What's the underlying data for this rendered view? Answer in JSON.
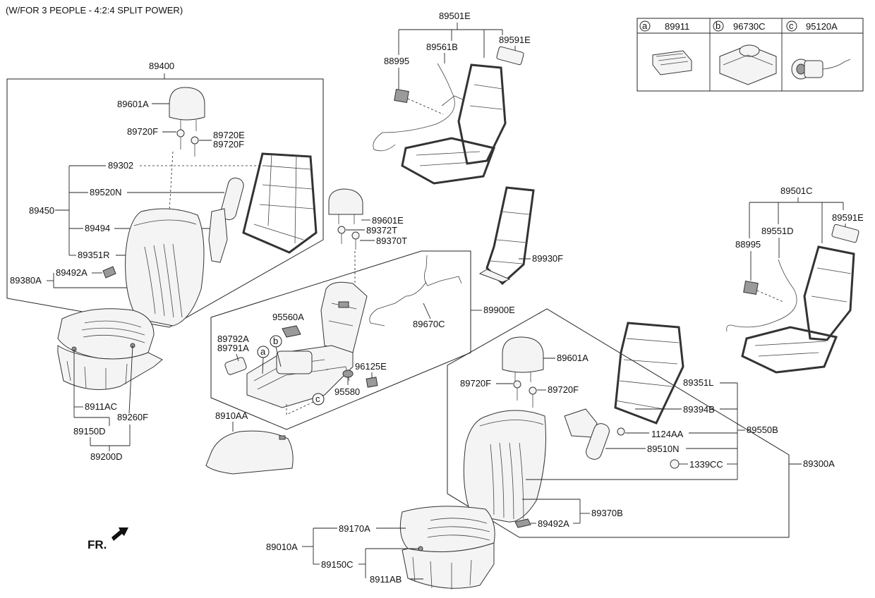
{
  "header_note": "(W/FOR 3 PEOPLE - 4:2:4 SPLIT POWER)",
  "legend": [
    {
      "letter": "a",
      "part": "89911"
    },
    {
      "letter": "b",
      "part": "96730C"
    },
    {
      "letter": "c",
      "part": "95120A"
    }
  ],
  "callouts": {
    "a": "a",
    "b": "b",
    "c": "c"
  },
  "labels": {
    "p89400": "89400",
    "p89601A_l": "89601A",
    "p89720F_l": "89720F",
    "p89720E_l": "89720E",
    "p89720F_l2": "89720F",
    "p89302": "89302",
    "p89520N": "89520N",
    "p89450": "89450",
    "p89494": "89494",
    "p89351R": "89351R",
    "p89492A_l": "89492A",
    "p89380A": "89380A",
    "p8911AC": "8911AC",
    "p89150D": "89150D",
    "p89260F": "89260F",
    "p89200D": "89200D",
    "p8910AA": "8910AA",
    "p89501E": "89501E",
    "p88995_t": "88995",
    "p89561B": "89561B",
    "p89591E_t": "89591E",
    "p89601E": "89601E",
    "p89372T": "89372T",
    "p89370T": "89370T",
    "p89930F": "89930F",
    "p95560A": "95560A",
    "p89670C": "89670C",
    "p89900E": "89900E",
    "p89792A": "89792A",
    "p89791A": "89791A",
    "p96125E": "96125E",
    "p95580": "95580",
    "p89501C": "89501C",
    "p88995_r": "88995",
    "p89551D": "89551D",
    "p89591E_r": "89591E",
    "p89601A_r": "89601A",
    "p89720F_r1": "89720F",
    "p89720F_r2": "89720F",
    "p89351L": "89351L",
    "p89394B": "89394B",
    "p1124AA": "1124AA",
    "p89550B": "89550B",
    "p89510N": "89510N",
    "p1339CC": "1339CC",
    "p89300A": "89300A",
    "p89370B": "89370B",
    "p89492A_r": "89492A",
    "p89170A": "89170A",
    "p89010A": "89010A",
    "p89150C": "89150C",
    "p8911AB": "8911AB"
  },
  "direction_label": "FR."
}
